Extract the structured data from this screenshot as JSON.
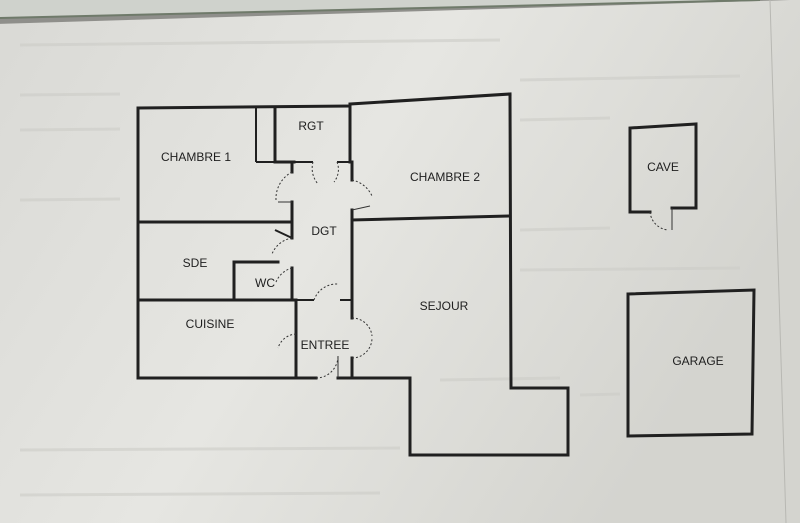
{
  "plan": {
    "rooms": {
      "chambre1": "CHAMBRE 1",
      "rgt": "RGT",
      "chambre2": "CHAMBRE 2",
      "dgt": "DGT",
      "sde": "SDE",
      "wc": "WC",
      "cuisine": "CUISINE",
      "entree": "ENTREE",
      "sejour": "SEJOUR",
      "cave": "CAVE",
      "garage": "GARAGE"
    }
  },
  "colors": {
    "paper": "#e4e4e0",
    "background": "#8f8f8b",
    "wall": "#202020"
  }
}
